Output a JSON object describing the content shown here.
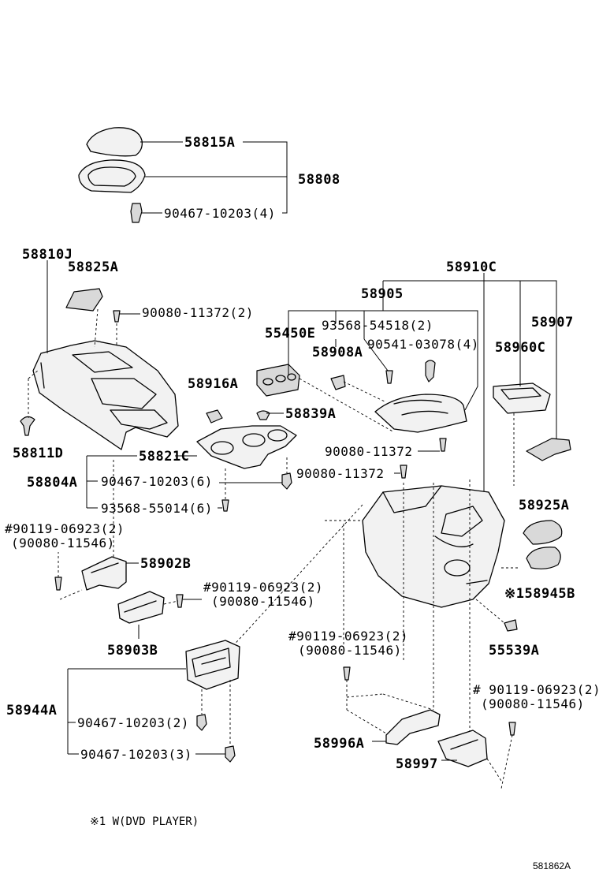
{
  "labels": {
    "p58815A": "58815A",
    "p58808": "58808",
    "p90467_10203_4": "90467-10203(4)",
    "p58810J": "58810J",
    "p58825A": "58825A",
    "p90080_11372_2": "90080-11372(2)",
    "p58910C": "58910C",
    "p58905": "58905",
    "p93568_54518_2": "93568-54518(2)",
    "p58907": "58907",
    "p55450E": "55450E",
    "p90541_03078_4": "90541-03078(4)",
    "p58908A": "58908A",
    "p58960C": "58960C",
    "p58916A": "58916A",
    "p58839A": "58839A",
    "p58811D": "58811D",
    "p58821C": "58821C",
    "p90080_11372_a": "90080-11372",
    "p58804A": "58804A",
    "p90467_10203_6": "90467-10203(6)",
    "p90080_11372_b": "90080-11372",
    "p93568_55014_6": "93568-55014(6)",
    "p58925A": "58925A",
    "p90119_a": "#90119-06923(2)",
    "p90080_11546_a": "(90080-11546)",
    "p58902B": "58902B",
    "p58945B": "※158945B",
    "p90119_b": "#90119-06923(2)",
    "p90080_11546_b": "(90080-11546)",
    "p55539A": "55539A",
    "p58903B": "58903B",
    "p90119_c": "#90119-06923(2)",
    "p90080_11546_c": "(90080-11546)",
    "p58944A": "58944A",
    "p90467_10203_2": "90467-10203(2)",
    "p90119_d": "# 90119-06923(2)",
    "p90080_11546_d": "(90080-11546)",
    "p58996A": "58996A",
    "p90467_10203_3": "90467-10203(3)",
    "p58997": "58997"
  },
  "footnote": "※1 W(DVD PLAYER)",
  "figure_ref": "581862A"
}
